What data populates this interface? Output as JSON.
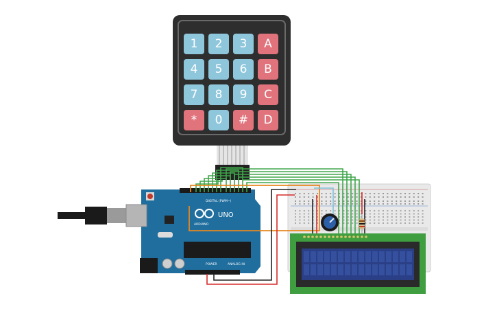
{
  "keypad": {
    "keys": [
      {
        "label": "1",
        "kind": "digit"
      },
      {
        "label": "2",
        "kind": "digit"
      },
      {
        "label": "3",
        "kind": "digit"
      },
      {
        "label": "A",
        "kind": "letter"
      },
      {
        "label": "4",
        "kind": "digit"
      },
      {
        "label": "5",
        "kind": "digit"
      },
      {
        "label": "6",
        "kind": "digit"
      },
      {
        "label": "B",
        "kind": "letter"
      },
      {
        "label": "7",
        "kind": "digit"
      },
      {
        "label": "8",
        "kind": "digit"
      },
      {
        "label": "9",
        "kind": "digit"
      },
      {
        "label": "C",
        "kind": "letter"
      },
      {
        "label": "*",
        "kind": "letter"
      },
      {
        "label": "0",
        "kind": "digit"
      },
      {
        "label": "#",
        "kind": "letter"
      },
      {
        "label": "D",
        "kind": "letter"
      }
    ],
    "digit_color": "#8ec6dc",
    "letter_color": "#e0737c",
    "frame_color": "#2e2e2e"
  },
  "arduino": {
    "brand": "ARDUINO",
    "model": "UNO",
    "digital_label": "DIGITAL (PWM~)",
    "power_label": "POWER",
    "analog_label": "ANALOG IN",
    "board_color": "#1f6e9e"
  },
  "wires": {
    "green": "#3fa64a",
    "orange": "#e8871e",
    "red": "#d62b2b",
    "black": "#222222",
    "cyan": "#7fc3d8"
  },
  "lcd": {
    "board_color": "#3f9e3f",
    "screen_color": "#2b3f86"
  }
}
